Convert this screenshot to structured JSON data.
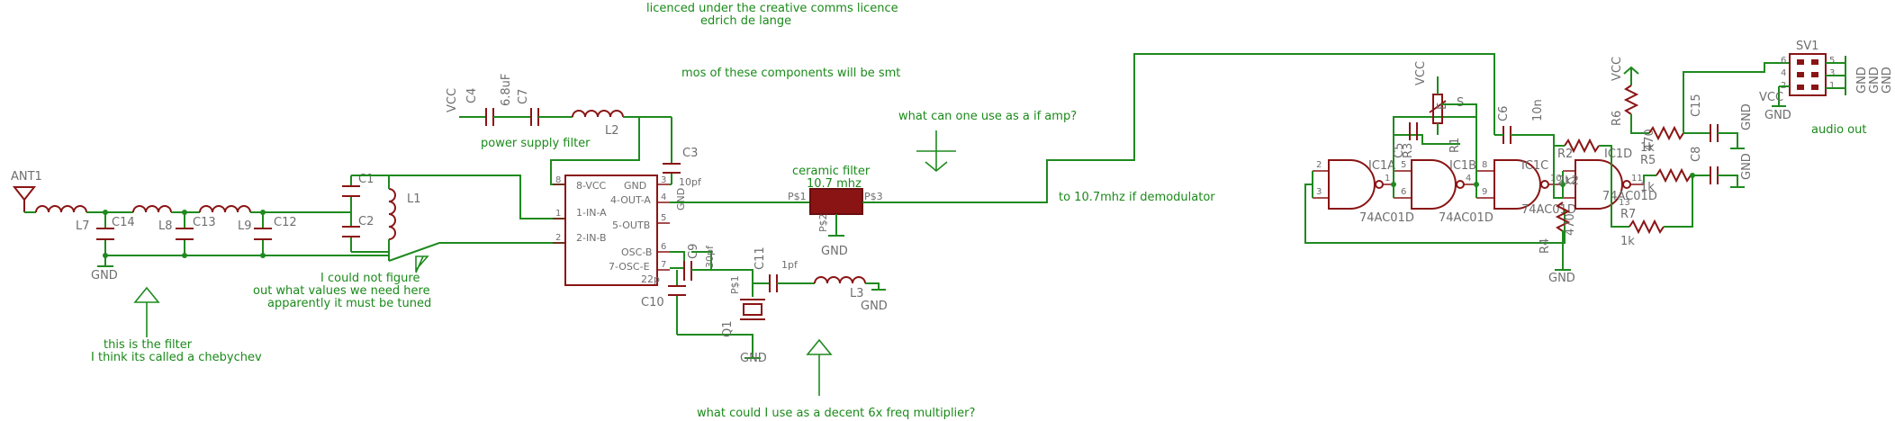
{
  "notes": {
    "licence_line1": "licenced under the creative comms licence",
    "licence_line2": "edrich de lange",
    "smt": "mos of these components will be smt",
    "if_amp": "what can one use as a if amp?",
    "power_filter": "power supply filter",
    "ceramic_filter": "ceramic filter",
    "ceramic_freq": "10.7 mhz",
    "to_demod": "to 10.7mhz if demodulator",
    "figure_line1": "I could not figure",
    "figure_line2": "out what values we need here",
    "figure_line3": "apparently it must be tuned",
    "filter_line1": "this is the filter",
    "filter_line2": "I think its called a chebychev",
    "multiplier": "what could I use as a decent 6x freq multiplier?",
    "audio_out": "audio out"
  },
  "labels": {
    "ant1": "ANT1",
    "l7": "L7",
    "l8": "L8",
    "l9": "L9",
    "c14": "C14",
    "c13": "C13",
    "c12": "C12",
    "c1": "C1",
    "c2": "C2",
    "l1": "L1",
    "gnd": "GND",
    "vcc": "VCC",
    "c4": "C4",
    "c4_val": "6.8uF",
    "c7": "C7",
    "l2": "L2",
    "c3": "C3",
    "c3_val": "10pf",
    "mixer_pins": [
      "8-VCC",
      "4-OUT-A",
      "1-IN-A",
      "5-OUTB",
      "2-IN-B",
      "OSC-B",
      "7-OSC-E"
    ],
    "gnd_pin": "GND",
    "pin_nums": [
      "8",
      "1",
      "2",
      "3",
      "4",
      "5",
      "6",
      "7"
    ],
    "c9": "C9",
    "c9_val": "30pf",
    "c10": "C10",
    "c10_val": "22p",
    "c11": "C11",
    "c11_val": "1pf",
    "l3": "L3",
    "q1": "Q1",
    "ps1": "P$1",
    "ps2": "P$2",
    "ps3": "P$3",
    "ic1a": "IC1A",
    "ic1b": "IC1B",
    "ic1c": "IC1C",
    "ic1d": "IC1D",
    "chip": "74AC01D",
    "c5": "C5",
    "c6": "C6",
    "c6_val": "10n",
    "r1": "R1",
    "r2": "R2",
    "r2_val": "2k2",
    "r3": "R3",
    "r4": "R4",
    "r4_val": "470",
    "r5": "R5",
    "r6": "R6",
    "r7": "R7",
    "r1k": "1k",
    "c8": "C8",
    "c15": "C15",
    "sv1": "SV1",
    "sv_pins": [
      "6",
      "4",
      "2",
      "5",
      "3",
      "1"
    ],
    "gate_pins": [
      "2",
      "3",
      "1",
      "5",
      "6",
      "4",
      "8",
      "9",
      "10",
      "12",
      "13",
      "11"
    ],
    "s_pin": "S",
    "e_pin": "E",
    "vals_470": "470"
  }
}
